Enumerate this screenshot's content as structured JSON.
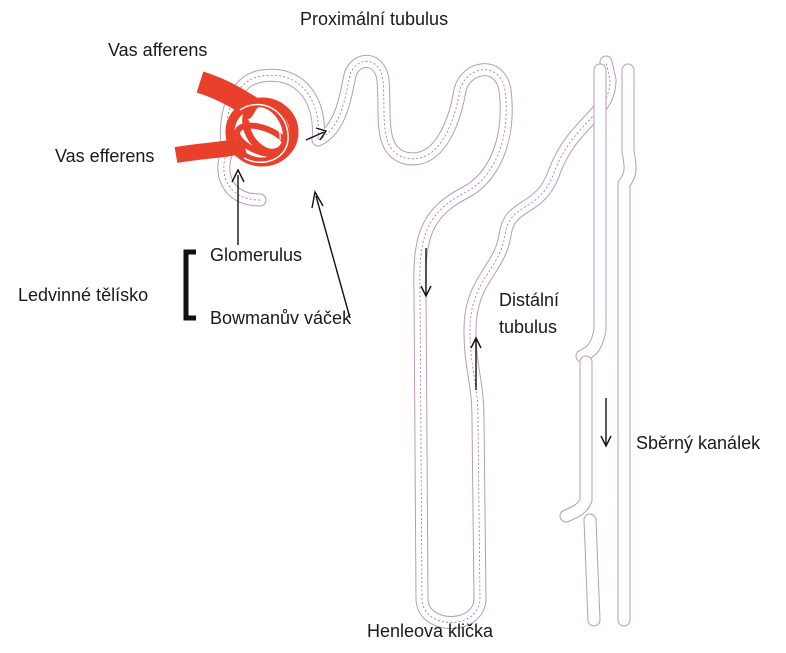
{
  "labels": {
    "proximal_tubule": "Proximální tubulus",
    "vas_afferens": "Vas afferens",
    "vas_efferens": "Vas efferens",
    "glomerulus": "Glomerulus",
    "renal_corpuscle": "Ledvinné tělísko",
    "bowman_capsule": "Bowmanův váček",
    "distal_tubule_line1": "Distální",
    "distal_tubule_line2": "tubulus",
    "collecting_duct": "Sběrný kanálek",
    "loop_of_henle": "Henleova klička"
  },
  "colors": {
    "vessel": "#e8402a",
    "tubule_wall": "#b99ab9",
    "text": "#1a1a1a"
  }
}
